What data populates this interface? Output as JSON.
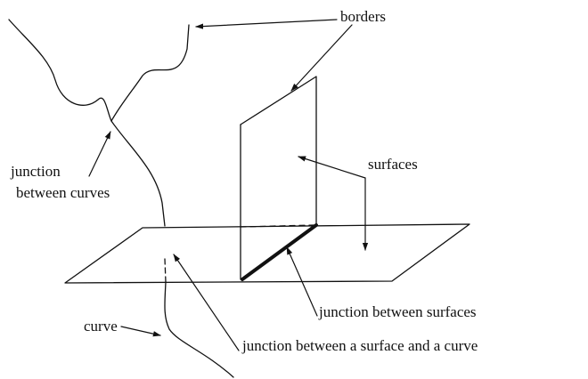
{
  "diagram": {
    "labels": {
      "borders": "borders",
      "surfaces": "surfaces",
      "junction_curves_line1": "junction",
      "junction_curves_line2": "between curves",
      "junction_surfaces": "junction between surfaces",
      "curve": "curve",
      "junction_surface_curve": "junction between a surface and a curve"
    }
  }
}
